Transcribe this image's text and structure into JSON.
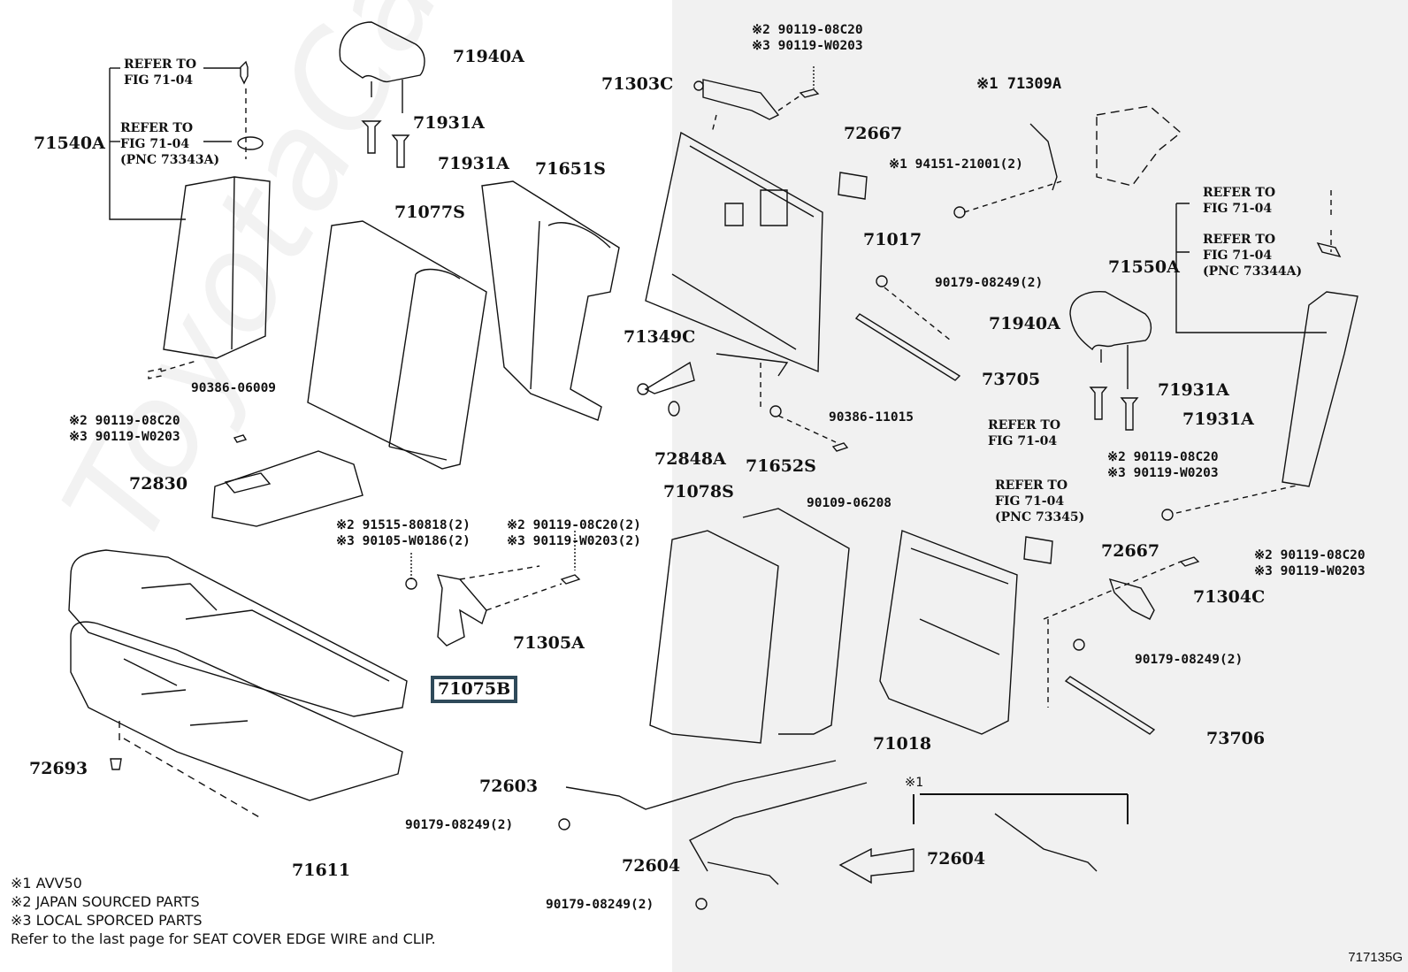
{
  "diagram": {
    "figure_number": "717135G",
    "watermark": "ToyotaCamrier.ru",
    "highlighted_part": "71075B",
    "callouts": [
      {
        "id": "71540A",
        "label": "71540A"
      },
      {
        "id": "ref-71540-1",
        "label": "REFER TO\nFIG 71-04"
      },
      {
        "id": "ref-71540-2",
        "label": "REFER TO\nFIG 71-04\n(PNC 73343A)"
      },
      {
        "id": "71940A-left",
        "label": "71940A"
      },
      {
        "id": "71931A-l1",
        "label": "71931A"
      },
      {
        "id": "71931A-l2",
        "label": "71931A"
      },
      {
        "id": "71651S",
        "label": "71651S"
      },
      {
        "id": "71077S",
        "label": "71077S"
      },
      {
        "id": "bolt-top-l",
        "label": "※2 90119-08C20\n※3 90119-W0203"
      },
      {
        "id": "90386-06009",
        "label": "90386-06009"
      },
      {
        "id": "72830",
        "label": "72830"
      },
      {
        "id": "bolt-mid-1",
        "label": "※2 91515-80818(2)\n※3 90105-W0186(2)"
      },
      {
        "id": "bolt-mid-2",
        "label": "※2 90119-08C20(2)\n※3 90119-W0203(2)"
      },
      {
        "id": "71305A",
        "label": "71305A"
      },
      {
        "id": "71075B",
        "label": "71075B"
      },
      {
        "id": "72693",
        "label": "72693"
      },
      {
        "id": "71611",
        "label": "71611"
      },
      {
        "id": "72603",
        "label": "72603"
      },
      {
        "id": "nut-72603",
        "label": "90179-08249(2)"
      },
      {
        "id": "72604",
        "label": "72604"
      },
      {
        "id": "nut-72604",
        "label": "90179-08249(2)"
      },
      {
        "id": "71303C",
        "label": "71303C"
      },
      {
        "id": "bolt-top-c",
        "label": "※2 90119-08C20\n※3 90119-W0203"
      },
      {
        "id": "72667-top",
        "label": "72667"
      },
      {
        "id": "71017",
        "label": "71017"
      },
      {
        "id": "71309A",
        "label": "※1 71309A"
      },
      {
        "id": "94151",
        "label": "※1 94151-21001(2)"
      },
      {
        "id": "nut-73705",
        "label": "90179-08249(2)"
      },
      {
        "id": "73705",
        "label": "73705"
      },
      {
        "id": "71349C",
        "label": "71349C"
      },
      {
        "id": "72848A",
        "label": "72848A"
      },
      {
        "id": "90386-11015",
        "label": "90386-11015"
      },
      {
        "id": "90109-06208",
        "label": "90109-06208"
      },
      {
        "id": "71652S",
        "label": "71652S"
      },
      {
        "id": "71078S",
        "label": "71078S"
      },
      {
        "id": "ref-c-1",
        "label": "REFER TO\nFIG 71-04"
      },
      {
        "id": "ref-c-2",
        "label": "REFER TO\nFIG 71-04\n(PNC 73345)"
      },
      {
        "id": "72667-bottom",
        "label": "72667"
      },
      {
        "id": "71018",
        "label": "71018"
      },
      {
        "id": "ref-r-1",
        "label": "REFER TO\nFIG 71-04"
      },
      {
        "id": "ref-r-2",
        "label": "REFER TO\nFIG 71-04\n(PNC 73344A)"
      },
      {
        "id": "71550A",
        "label": "71550A"
      },
      {
        "id": "71940A-right",
        "label": "71940A"
      },
      {
        "id": "71931A-r1",
        "label": "71931A"
      },
      {
        "id": "71931A-r2",
        "label": "71931A"
      },
      {
        "id": "bolt-r-1",
        "label": "※2 90119-08C20\n※3 90119-W0203"
      },
      {
        "id": "bolt-r-2",
        "label": "※2 90119-08C20\n※3 90119-W0203"
      },
      {
        "id": "71304C",
        "label": "71304C"
      },
      {
        "id": "nut-73706",
        "label": "90179-08249(2)"
      },
      {
        "id": "73706",
        "label": "73706"
      },
      {
        "id": "avv50-marker",
        "label": "※1"
      },
      {
        "id": "72604-inset",
        "label": "72604"
      }
    ],
    "legend": [
      "※1 AVV50",
      "※2 JAPAN SOURCED PARTS",
      "※3 LOCAL SPORCED PARTS",
      "Refer to the last page for SEAT COVER EDGE WIRE and CLIP."
    ]
  }
}
